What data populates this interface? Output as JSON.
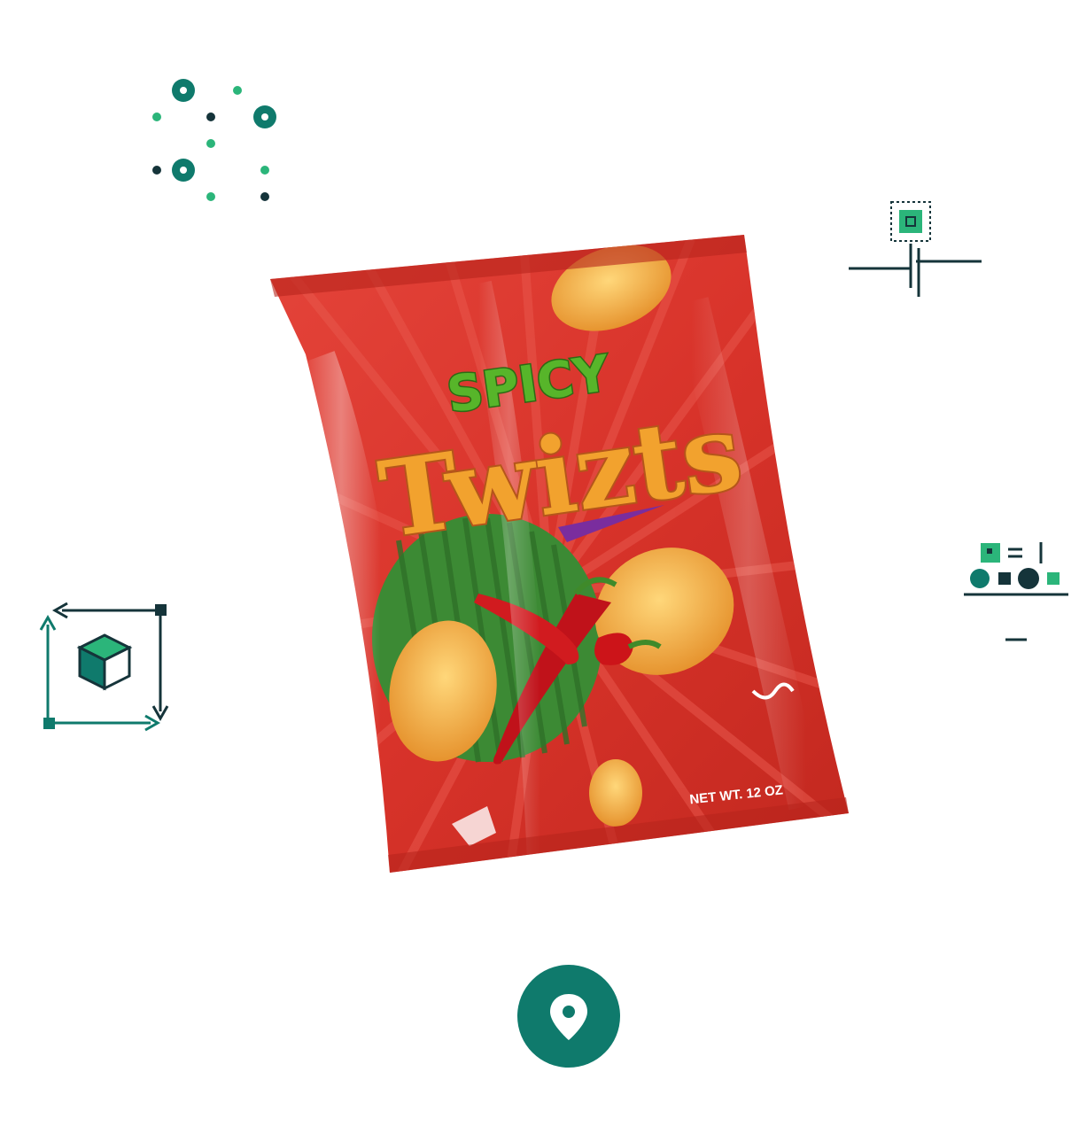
{
  "product": {
    "brand_top": "SPICY",
    "brand_main": "Twizts",
    "net_weight": "NET WT. 12 OZ"
  },
  "icons": {
    "dot_grid": "dot-grid-icon",
    "circuit": "circuit-chip-icon",
    "cube": "cube-rotate-icon",
    "shapes": "shapes-row-icon",
    "location": "location-pin-icon"
  },
  "colors": {
    "teal_dark": "#0f7a6c",
    "green": "#2bb57a",
    "navy": "#15343a",
    "bag_red": "#d8332a"
  }
}
